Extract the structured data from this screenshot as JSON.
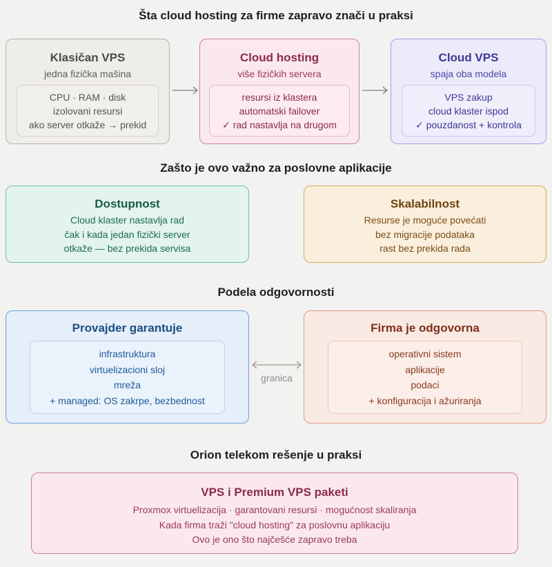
{
  "title": "Šta cloud hosting za firme zapravo znači u praksi",
  "top": {
    "vps": {
      "title": "Klasičan VPS",
      "subtitle": "jedna fizička mašina",
      "lines": [
        "CPU · RAM · disk",
        "izolovani resursi",
        "ako server otkaže → prekid"
      ]
    },
    "cloud": {
      "title": "Cloud hosting",
      "subtitle": "više fizičkih servera",
      "lines": [
        "resursi iz klastera",
        "automatski failover",
        "✓ rad nastavlja na drugom"
      ]
    },
    "cloudvps": {
      "title": "Cloud VPS",
      "subtitle": "spaja oba modela",
      "lines": [
        "VPS zakup",
        "cloud klaster ispod",
        "✓ pouzdanost + kontrola"
      ]
    }
  },
  "why": {
    "heading": "Zašto je ovo važno za poslovne aplikacije",
    "availability": {
      "title": "Dostupnost",
      "lines": [
        "Cloud klaster nastavlja rad",
        "čak i kada jedan fizički server",
        "otkaže — bez prekida servisa"
      ]
    },
    "scalability": {
      "title": "Skalabilnost",
      "lines": [
        "Resurse je moguće povećati",
        "bez migracije podataka",
        "rast bez prekida rada"
      ]
    }
  },
  "responsibility": {
    "heading": "Podela odgovornosti",
    "provider": {
      "title": "Provajder garantuje",
      "lines": [
        "infrastruktura",
        "virtuelizacioni sloj",
        "mreža",
        "+ managed: OS zakrpe, bezbednost"
      ]
    },
    "boundary": "granica",
    "company": {
      "title": "Firma je odgovorna",
      "lines": [
        "operativni sistem",
        "aplikacije",
        "podaci",
        "+ konfiguracija i ažuriranja"
      ]
    }
  },
  "orion": {
    "heading": "Orion telekom rešenje u praksi",
    "title": "VPS i Premium VPS paketi",
    "lines": [
      "Proxmox virtuelizacija · garantovani resursi · mogućnost skaliranja",
      "Kada firma traži \"cloud hosting\" za poslovnu aplikaciju",
      "Ovo je ono što najčešće zapravo treba"
    ]
  }
}
